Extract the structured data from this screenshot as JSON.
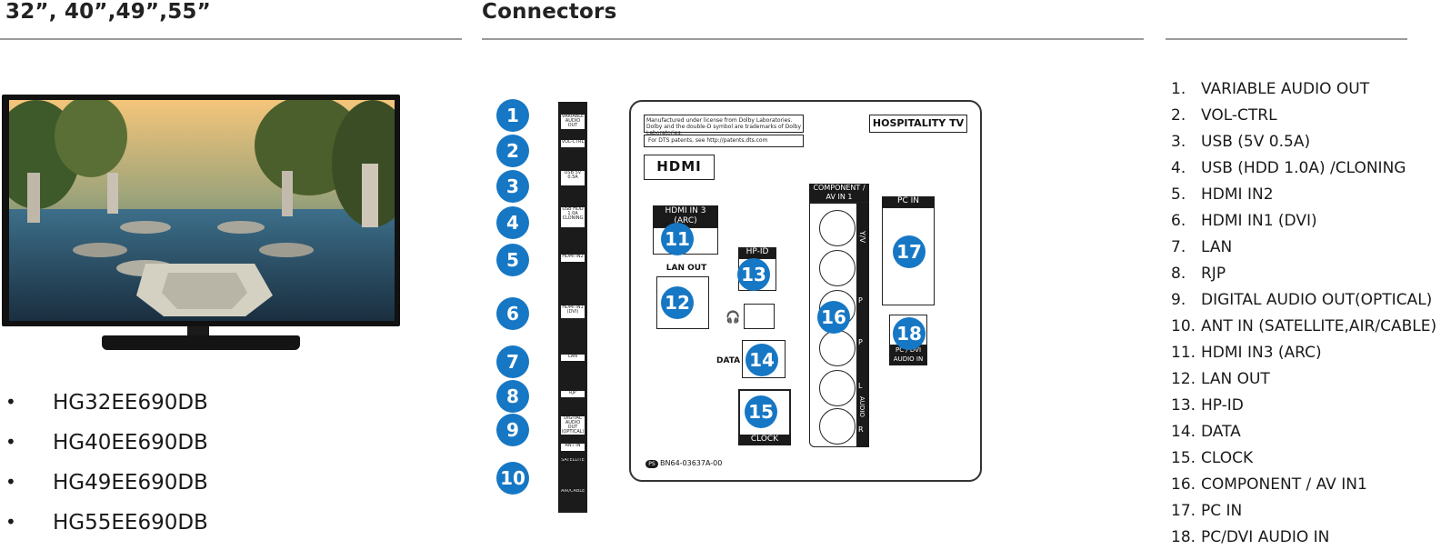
{
  "headings": {
    "sizes": "32”, 40”,49”,55”",
    "connectors": "Connectors"
  },
  "models": [
    "HG32EE690DB",
    "HG40EE690DB",
    "HG49EE690DB",
    "HG55EE690DB"
  ],
  "bullet": "•",
  "side_panel_labels": [
    "VARIABLE AUDIO OUT",
    "VOL-CTRL",
    "USB 5V 0.5A",
    "USB HDD 1.0A CLONING",
    "HDMI IN2",
    "HDMI IN1 (DVI)",
    "LAN",
    "RJP",
    "DIGITAL AUDIO OUT (OPTICAL)",
    "ANT IN",
    "SATELLITE",
    "AIR/CABLE"
  ],
  "rear_panel": {
    "license_text": "Manufactured under license from Dolby Laboratories. Dolby and the double-D symbol are trademarks of Dolby Laboratories.",
    "dts_text": "For DTS patents, see http://patents.dts.com",
    "hdmi_logo": "HDMI",
    "brand_badge": "HOSPITALITY TV",
    "hdmi_in3": "HDMI IN 3 (ARC)",
    "lan_out": "LAN OUT",
    "hp_id": "HP-ID",
    "data": "DATA",
    "clock": "CLOCK",
    "component": "COMPONENT / AV IN 1",
    "pc_in": "PC IN",
    "pc_dvi_audio": "PC / DVI AUDIO IN",
    "audio": "AUDIO",
    "part_number": "BN64-03637A-00",
    "ps_mark": "PS",
    "side_letters": [
      "Y/V",
      "P",
      "P",
      "L",
      "R"
    ]
  },
  "badges": [
    "1",
    "2",
    "3",
    "4",
    "5",
    "6",
    "7",
    "8",
    "9",
    "10",
    "11",
    "12",
    "13",
    "14",
    "15",
    "16",
    "17",
    "18"
  ],
  "connector_list": [
    {
      "num": "1.",
      "label": "VARIABLE AUDIO OUT"
    },
    {
      "num": "2.",
      "label": "VOL-CTRL"
    },
    {
      "num": "3.",
      "label": "USB (5V 0.5A)"
    },
    {
      "num": "4.",
      "label": "USB (HDD 1.0A) /CLONING"
    },
    {
      "num": "5.",
      "label": "HDMI IN2"
    },
    {
      "num": "6.",
      "label": "HDMI IN1 (DVI)"
    },
    {
      "num": "7.",
      "label": "LAN"
    },
    {
      "num": "8.",
      "label": "RJP"
    },
    {
      "num": "9.",
      "label": "DIGITAL AUDIO OUT(OPTICAL)"
    },
    {
      "num": "10.",
      "label": "ANT IN (SATELLITE,AIR/CABLE)"
    },
    {
      "num": "11.",
      "label": "HDMI IN3 (ARC)"
    },
    {
      "num": "12.",
      "label": "LAN OUT"
    },
    {
      "num": "13.",
      "label": "HP-ID"
    },
    {
      "num": "14.",
      "label": "DATA"
    },
    {
      "num": "15.",
      "label": "CLOCK"
    },
    {
      "num": "16.",
      "label": "COMPONENT / AV IN1"
    },
    {
      "num": "17.",
      "label": "PC IN"
    },
    {
      "num": "18.",
      "label": "PC/DVI AUDIO IN"
    }
  ],
  "colors": {
    "badge": "#1677c4",
    "rule": "#9a9a9a",
    "panel_dark": "#1a1a1a"
  }
}
